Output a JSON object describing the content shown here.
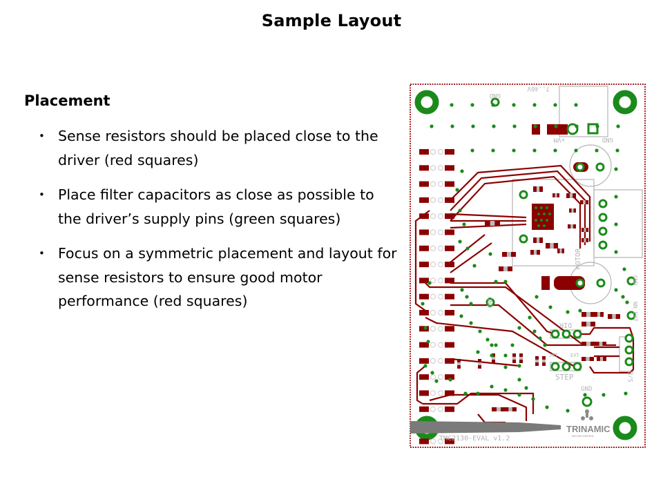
{
  "slide": {
    "title": "Sample Layout",
    "section_heading": "Placement",
    "bullets": [
      {
        "text": "Sense resistors should be placed close to the driver (red squares)"
      },
      {
        "text": "Place filter capacitors as close as possible to the driver’s supply pins (green squares)"
      },
      {
        "text": "Focus on a symmetric placement and layout for sense resistors to ensure good motor performance (red squares)"
      }
    ],
    "bullet_glyph": "•"
  },
  "pcb_figure": {
    "board_name": "TMC2130-EVAL v1.2",
    "logo_text": "TRINAMIC",
    "logo_subtext": "MOTION CONTROL",
    "silkscreen": {
      "gnd_top": "GND",
      "voltage_range": "7..46V",
      "vm_label": "+VM",
      "gnd_cap": "GND",
      "motor": "MOTOR",
      "gnd_mid_left": "GND",
      "gnd_right": "GND",
      "nn_ext": "NN_EXT",
      "dir": "DIR",
      "int": "INT",
      "ext": "EXT",
      "step": "STEP",
      "gnd_bottom": "GND",
      "sd": "S/D"
    },
    "colors": {
      "copper_red": "#8b0000",
      "pad_green": "#1a8a1a",
      "silkscreen": "#b4b4b4",
      "outline_dots": "#a02020"
    }
  }
}
